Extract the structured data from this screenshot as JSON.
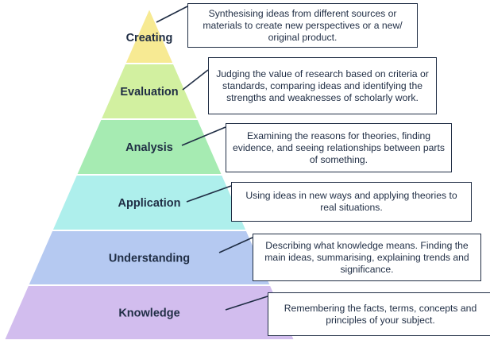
{
  "levels": [
    {
      "label": "Creating",
      "color": "#f7ea93",
      "description": "Synthesising ideas from different sources or materials to create new perspectives or a new/ original product."
    },
    {
      "label": "Evaluation",
      "color": "#d2f0a0",
      "description": "Judging the value of research based on criteria or standards, comparing ideas and identifying the strengths and weaknesses of scholarly work."
    },
    {
      "label": "Analysis",
      "color": "#a6ebb2",
      "description": "Examining the reasons for theories, finding evidence, and seeing relationships between parts of something."
    },
    {
      "label": "Application",
      "color": "#aeefec",
      "description": "Using ideas in new ways and applying theories to real situations."
    },
    {
      "label": "Understanding",
      "color": "#b5c9f1",
      "description": "Describing what knowledge means. Finding the main ideas, summarising, explaining trends and significance."
    },
    {
      "label": "Knowledge",
      "color": "#d2bdee",
      "description": "Remembering the facts, terms, concepts and principles of your subject."
    }
  ],
  "colors": {
    "ink": "#1f2d44",
    "box_border": "#1f2d44",
    "band_divider": "#ffffff"
  }
}
